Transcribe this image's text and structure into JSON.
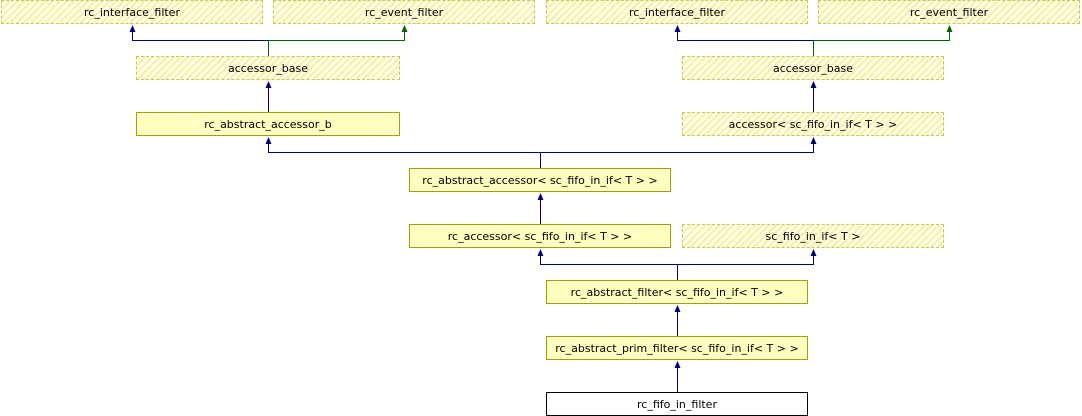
{
  "diagram": {
    "nodes": {
      "rc_interface_filter_left": "rc_interface_filter",
      "rc_event_filter_left": "rc_event_filter",
      "rc_interface_filter_right": "rc_interface_filter",
      "rc_event_filter_right": "rc_event_filter",
      "accessor_base_left": "accessor_base",
      "accessor_base_right": "accessor_base",
      "rc_abstract_accessor_b": "rc_abstract_accessor_b",
      "accessor_sc_fifo": "accessor< sc_fifo_in_if< T > >",
      "rc_abstract_accessor_sc_fifo": "rc_abstract_accessor< sc_fifo_in_if< T > >",
      "rc_accessor_sc_fifo": "rc_accessor< sc_fifo_in_if< T > >",
      "sc_fifo_in_if": "sc_fifo_in_if< T >",
      "rc_abstract_filter_sc_fifo": "rc_abstract_filter< sc_fifo_in_if< T > >",
      "rc_abstract_prim_filter_sc_fifo": "rc_abstract_prim_filter< sc_fifo_in_if< T > >",
      "rc_fifo_in_filter": "rc_fifo_in_filter"
    },
    "edges": [
      {
        "from": "accessor_base_left",
        "to": "rc_interface_filter_left",
        "kind": "public"
      },
      {
        "from": "accessor_base_left",
        "to": "rc_event_filter_left",
        "kind": "protected"
      },
      {
        "from": "accessor_base_right",
        "to": "rc_interface_filter_right",
        "kind": "public"
      },
      {
        "from": "accessor_base_right",
        "to": "rc_event_filter_right",
        "kind": "protected"
      },
      {
        "from": "rc_abstract_accessor_b",
        "to": "accessor_base_left",
        "kind": "public"
      },
      {
        "from": "accessor_sc_fifo",
        "to": "accessor_base_right",
        "kind": "public"
      },
      {
        "from": "rc_abstract_accessor_sc_fifo",
        "to": "rc_abstract_accessor_b",
        "kind": "public"
      },
      {
        "from": "rc_abstract_accessor_sc_fifo",
        "to": "accessor_sc_fifo",
        "kind": "public"
      },
      {
        "from": "rc_accessor_sc_fifo",
        "to": "rc_abstract_accessor_sc_fifo",
        "kind": "public"
      },
      {
        "from": "rc_abstract_filter_sc_fifo",
        "to": "rc_accessor_sc_fifo",
        "kind": "public"
      },
      {
        "from": "rc_abstract_filter_sc_fifo",
        "to": "sc_fifo_in_if",
        "kind": "public"
      },
      {
        "from": "rc_abstract_prim_filter_sc_fifo",
        "to": "rc_abstract_filter_sc_fifo",
        "kind": "public"
      },
      {
        "from": "rc_fifo_in_filter",
        "to": "rc_abstract_prim_filter_sc_fifo",
        "kind": "public"
      }
    ],
    "colors": {
      "public_edge": "#000080",
      "protected_edge": "#006400",
      "node_fill": "#ffffc0",
      "node_border": "#a0a000"
    }
  }
}
